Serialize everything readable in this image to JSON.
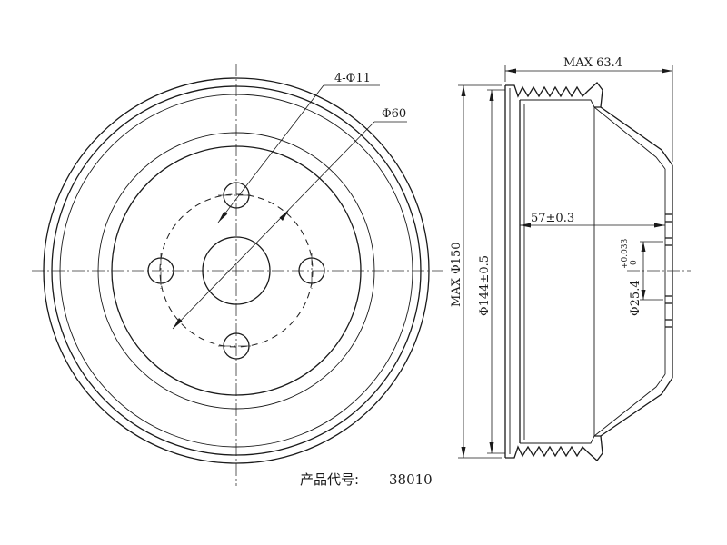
{
  "front_view": {
    "bolt_holes_label": "4-Φ11",
    "center_hole_label": "Φ60"
  },
  "side_view": {
    "max_width_label": "MAX 63.4",
    "outer_diameter_label": "MAX Φ150",
    "inner_diameter_label": "Φ144±0.5",
    "depth_label": "57±0.3",
    "bore_label": "Φ25.4",
    "bore_tol_upper": "+0.033",
    "bore_tol_lower": "0"
  },
  "caption": {
    "label": "产品代号:",
    "code": "38010"
  }
}
